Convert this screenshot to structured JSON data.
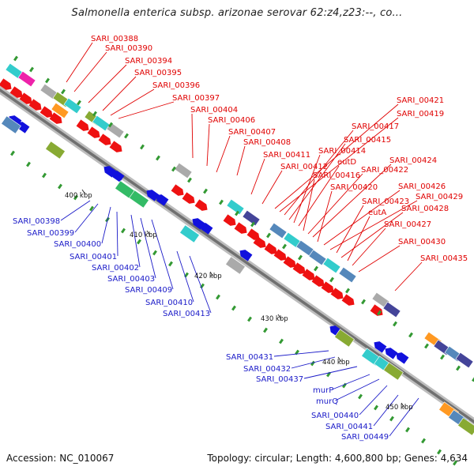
{
  "title": "Salmonella enterica subsp. arizonae serovar 62:z4,z23:--, co...",
  "footer": {
    "accession": "Accession: NC_010067",
    "summary": "Topology: circular; Length: 4,600,800 bp; Genes: 4,634"
  },
  "ticks": [
    "400 kbp",
    "410 kbp",
    "420 kbp",
    "430 kbp",
    "440 kbp",
    "450 kbp"
  ],
  "top_labels": [
    "SARI_00388",
    "SARI_00390",
    "SARI_00394",
    "SARI_00395",
    "SARI_00396",
    "SARI_00397",
    "SARI_00404",
    "SARI_00406",
    "SARI_00407",
    "SARI_00408",
    "SARI_00411",
    "SARI_00412",
    "SARI_00421",
    "SARI_00419",
    "SARI_00417",
    "SARI_00415",
    "SARI_00414",
    "eutD",
    "SARI_00416",
    "SARI_00422",
    "SARI_00424",
    "SARI_00420",
    "SARI_00426",
    "SARI_00429",
    "SARI_00423",
    "SARI_00428",
    "eutA",
    "SARI_00427",
    "SARI_00430",
    "SARI_00435"
  ],
  "bottom_labels": [
    "SARI_00398",
    "SARI_00399",
    "SARI_00400",
    "SARI_00401",
    "SARI_00402",
    "SARI_00403",
    "SARI_00409",
    "SARI_00410",
    "SARI_00413",
    "SARI_00431",
    "SARI_00432",
    "SARI_00437",
    "murP",
    "murQ",
    "SARI_00440",
    "SARI_00441",
    "SARI_00449"
  ],
  "colors": {
    "forward": "#ee1111",
    "reverse": "#1111dd",
    "top_label": "#e00000",
    "bottom_label": "#1a1ac8",
    "backbone": "#8a8a8a",
    "cog_cyan": "#33cccc",
    "cog_steel": "#5588bb",
    "cog_green": "#33bb66",
    "cog_gray": "#aaaaaa",
    "cog_olive": "#88aa33",
    "cog_orange": "#ff9922",
    "cog_purple": "#444499",
    "cog_magenta": "#ee22aa"
  }
}
